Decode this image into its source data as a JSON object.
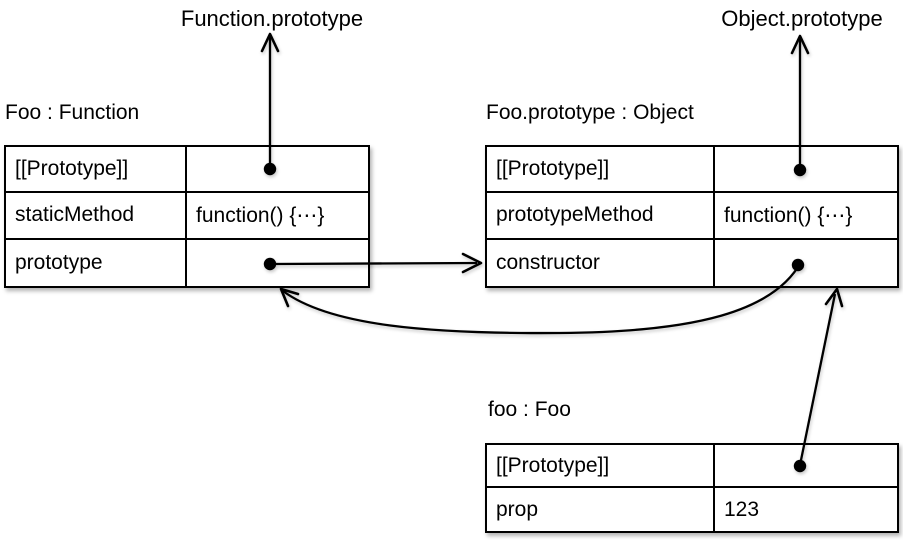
{
  "diagram": {
    "external_labels": [
      {
        "id": "function-prototype",
        "text": "Function.prototype"
      },
      {
        "id": "object-prototype",
        "text": "Object.prototype"
      }
    ],
    "tables": [
      {
        "id": "foo-constructor",
        "title": "Foo : Function",
        "rows": [
          {
            "key": "[[Prototype]]",
            "value": ""
          },
          {
            "key": "staticMethod",
            "value": "function() {⋯}"
          },
          {
            "key": "prototype",
            "value": ""
          }
        ]
      },
      {
        "id": "foo-prototype",
        "title": "Foo.prototype : Object",
        "rows": [
          {
            "key": "[[Prototype]]",
            "value": ""
          },
          {
            "key": "prototypeMethod",
            "value": "function() {⋯}"
          },
          {
            "key": "constructor",
            "value": ""
          }
        ]
      },
      {
        "id": "foo-instance",
        "title": "foo : Foo",
        "rows": [
          {
            "key": "[[Prototype]]",
            "value": ""
          },
          {
            "key": "prop",
            "value": "123"
          }
        ]
      }
    ],
    "arrows": [
      {
        "from": "Foo.[[Prototype]]",
        "to": "Function.prototype"
      },
      {
        "from": "Foo.prototype.[[Prototype]]",
        "to": "Object.prototype"
      },
      {
        "from": "Foo.prototype (property)",
        "to": "Foo.prototype object"
      },
      {
        "from": "Foo.prototype.constructor",
        "to": "Foo"
      },
      {
        "from": "foo.[[Prototype]]",
        "to": "Foo.prototype object"
      }
    ],
    "colors": {
      "line": "#000000",
      "background": "#ffffff",
      "table_bg": "#ffffff"
    }
  }
}
